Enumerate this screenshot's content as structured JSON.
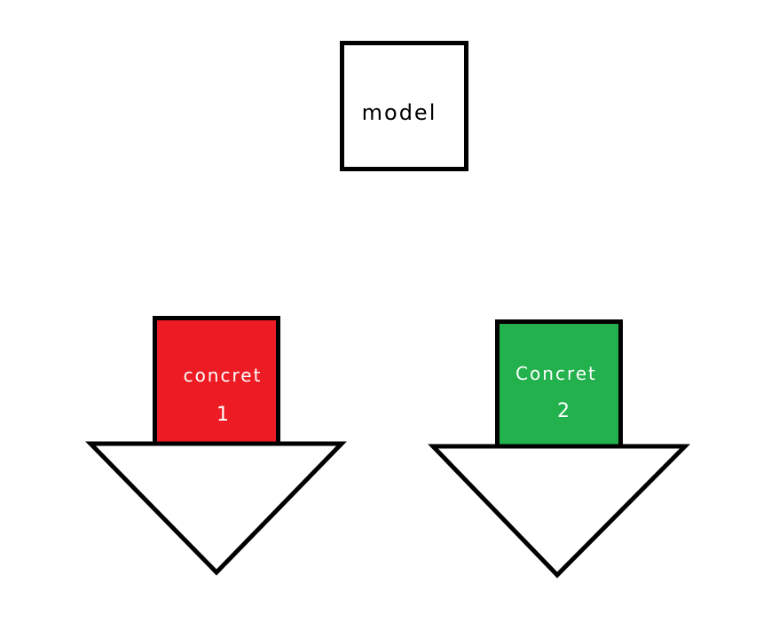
{
  "title": "model-to-concrete hand-drawn diagram",
  "colors": {
    "background": "#ffffff",
    "outline": "#000000",
    "arrow_fill": "#ffffff",
    "model_fill": "#ffffff",
    "model_text": "#000000",
    "concrete1_fill": "#ed1c24",
    "concrete2_fill": "#22b14c",
    "box_text": "#ffffff"
  },
  "model": {
    "label": "model"
  },
  "arrows": {
    "left": {
      "label": "concret",
      "number": "1"
    },
    "right": {
      "label": "Concret",
      "number": "2"
    }
  }
}
